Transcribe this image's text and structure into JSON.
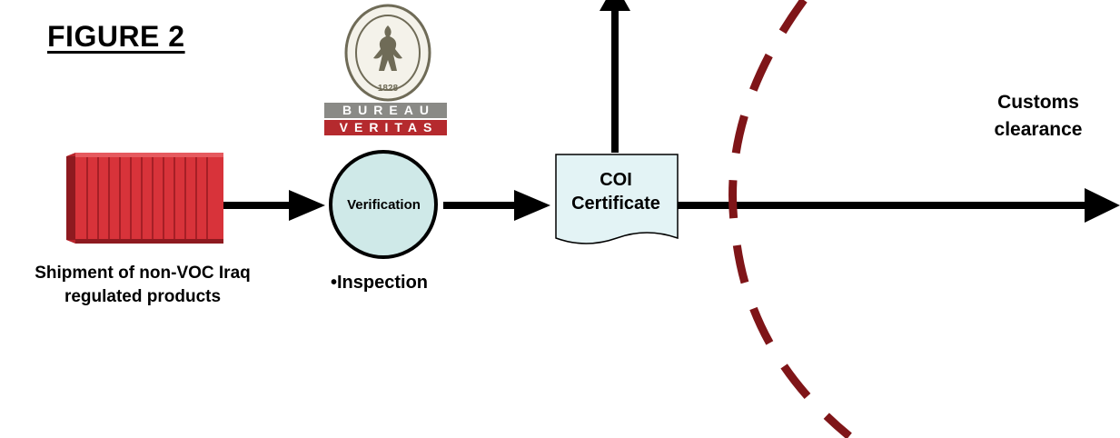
{
  "figure": {
    "title": "FIGURE 2"
  },
  "logo": {
    "seal_year": "1828",
    "brand_line1": "BUREAU",
    "brand_line2": "VERITAS"
  },
  "nodes": {
    "shipment_label": "Shipment of non-VOC Iraq regulated products",
    "verification_label": "Verification",
    "inspection_label": "•Inspection",
    "coi_line1": "COI",
    "coi_line2": "Certificate",
    "customs_label": "Customs clearance"
  },
  "colors": {
    "container": "#d8333a",
    "circle_fill": "#cfe9e8",
    "document_fill": "#e3f3f5",
    "dashed_border": "#7f1518",
    "bv_red": "#b52a2e",
    "bv_gray": "#8a8a86"
  }
}
